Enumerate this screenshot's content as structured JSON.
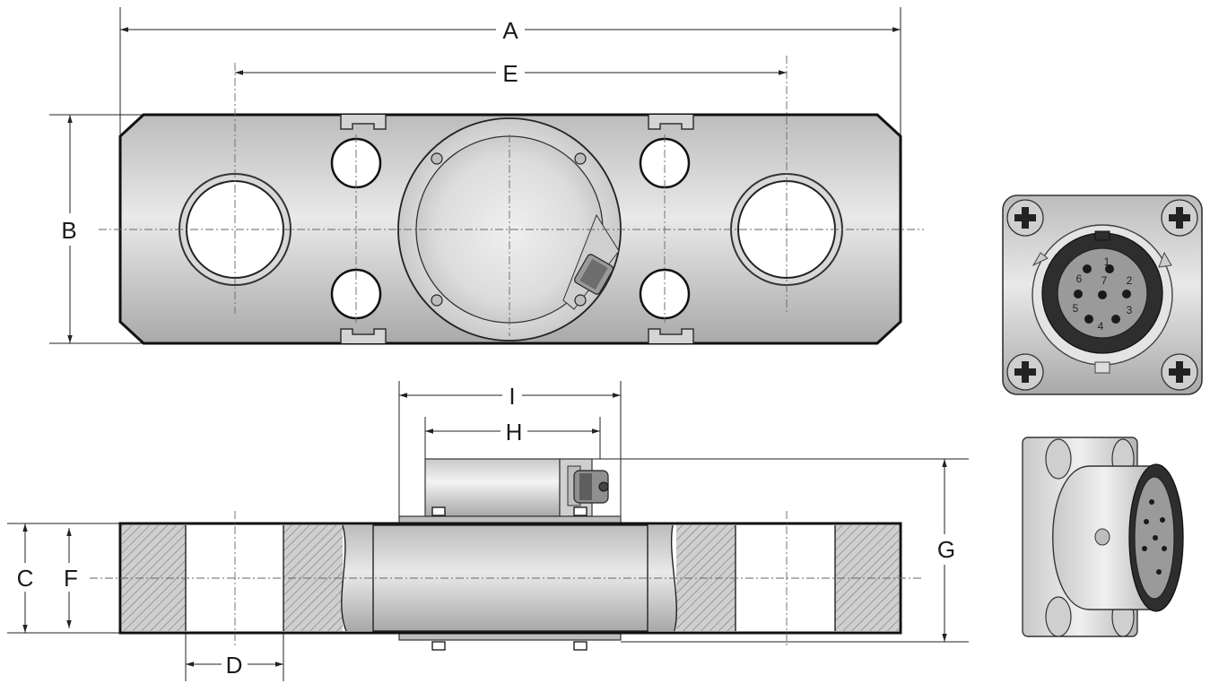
{
  "dimensions": {
    "a": "A",
    "b": "B",
    "c": "C",
    "d": "D",
    "e": "E",
    "f": "F",
    "g": "G",
    "h": "H",
    "i": "I"
  },
  "connector": {
    "pins": [
      "1",
      "2",
      "3",
      "4",
      "5",
      "6",
      "7"
    ]
  }
}
